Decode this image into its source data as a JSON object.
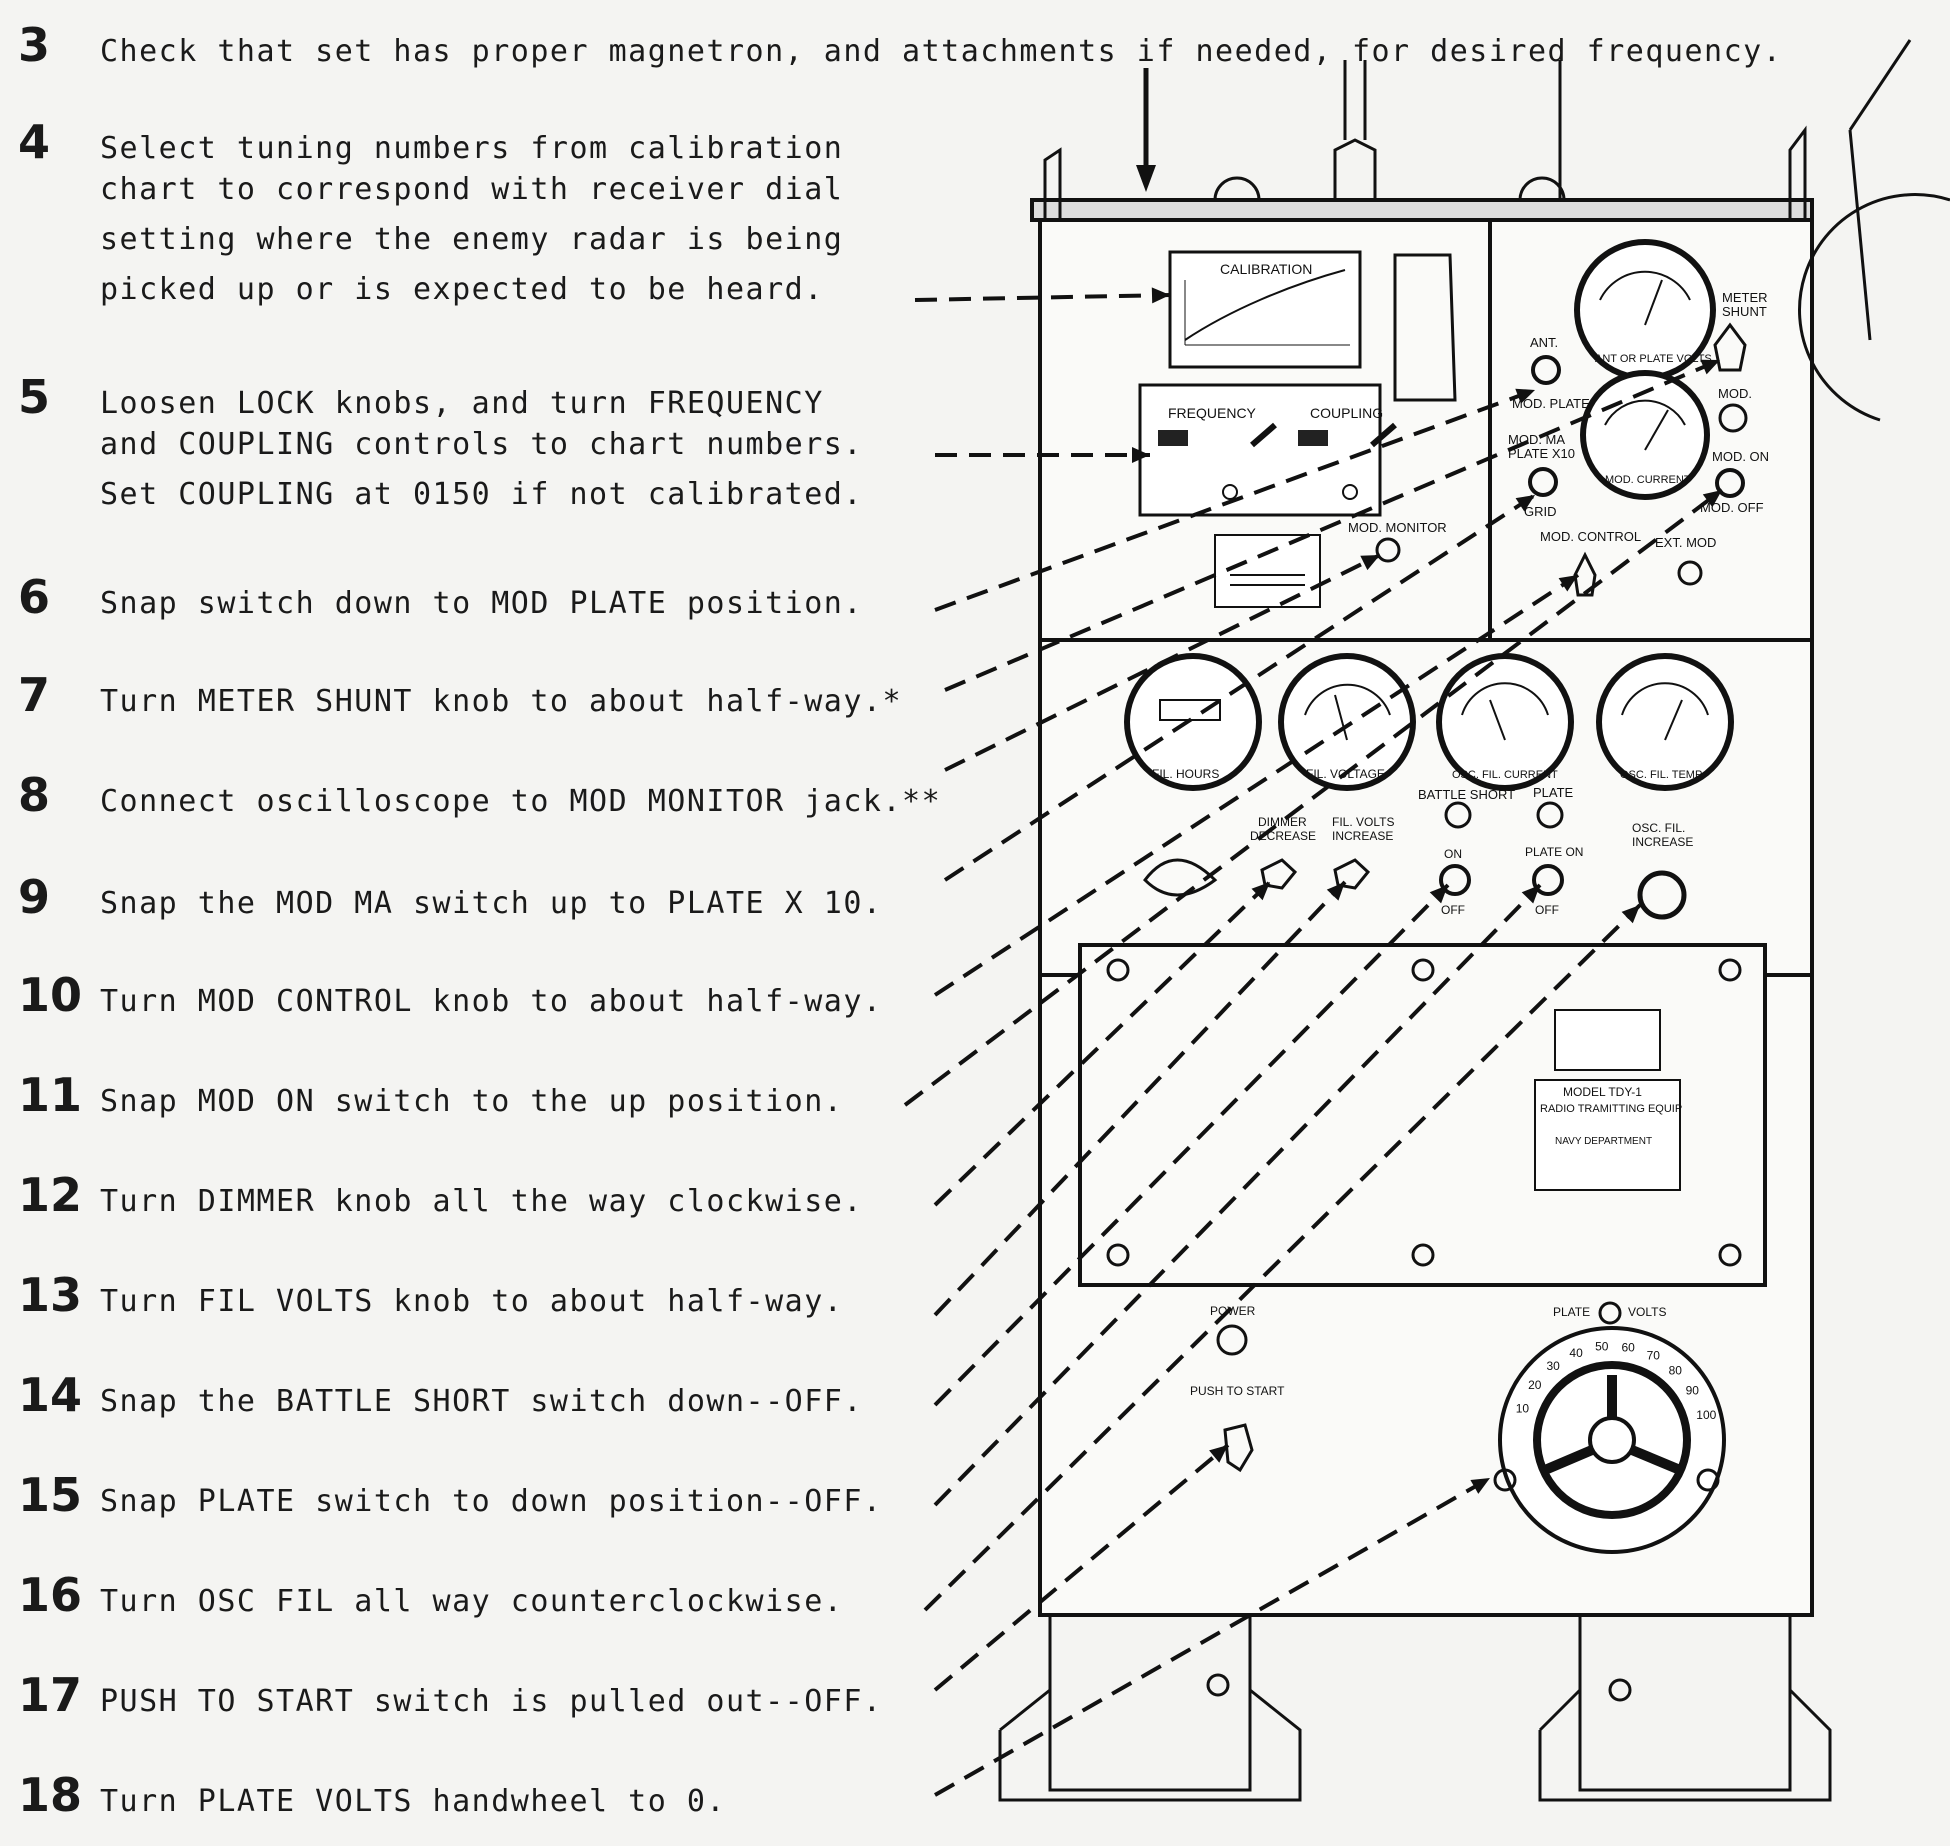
{
  "steps": [
    {
      "num": "3",
      "text": "Check that set has proper magnetron, and attachments if needed, for desired frequency."
    },
    {
      "num": "4",
      "text": "Select tuning numbers from calibration"
    },
    {
      "num": "",
      "text": "chart to correspond with receiver dial"
    },
    {
      "num": "",
      "text": "setting where the enemy radar is being"
    },
    {
      "num": "",
      "text": "picked up or is expected to be heard."
    },
    {
      "num": "5",
      "text": "Loosen LOCK knobs, and turn FREQUENCY"
    },
    {
      "num": "",
      "text": "and COUPLING controls to chart numbers."
    },
    {
      "num": "",
      "text": "Set COUPLING at 0150 if not calibrated."
    },
    {
      "num": "6",
      "text": "Snap switch down to MOD PLATE position."
    },
    {
      "num": "7",
      "text": "Turn METER SHUNT knob to about half-way.*"
    },
    {
      "num": "8",
      "text": "Connect oscilloscope to MOD MONITOR jack.**"
    },
    {
      "num": "9",
      "text": "Snap the MOD MA switch up to PLATE X 10."
    },
    {
      "num": "10",
      "text": "Turn MOD CONTROL knob to about half-way."
    },
    {
      "num": "11",
      "text": "Snap MOD ON switch to the up position."
    },
    {
      "num": "12",
      "text": "Turn DIMMER knob all the way clockwise."
    },
    {
      "num": "13",
      "text": "Turn FIL VOLTS knob to about half-way."
    },
    {
      "num": "14",
      "text": "Snap the BATTLE SHORT switch down--OFF."
    },
    {
      "num": "15",
      "text": "Snap PLATE switch to down position--OFF."
    },
    {
      "num": "16",
      "text": "Turn OSC FIL all way counterclockwise."
    },
    {
      "num": "17",
      "text": "PUSH TO START switch is pulled out--OFF."
    },
    {
      "num": "18",
      "text": "Turn PLATE VOLTS handwheel to 0."
    }
  ],
  "panel_labels": {
    "calibration": "CALIBRATION",
    "frequency": "FREQUENCY",
    "coupling": "COUPLING",
    "mod_monitor": "MOD. MONITOR",
    "ant": "ANT.",
    "mod_plate": "MOD. PLATE",
    "mod_ma": "MOD. MA",
    "plate_x10": "PLATE X10",
    "grid": "GRID",
    "meter_shunt_1": "METER",
    "meter_shunt_2": "SHUNT",
    "mod": "MOD.",
    "mod_on": "MOD. ON",
    "mod_off": "MOD. OFF",
    "mod_control": "MOD. CONTROL",
    "ext_mod": "EXT. MOD",
    "ant_or_plate_volts": "ANT OR PLATE VOLTS",
    "mod_current": "MOD. CURRENT",
    "fil_hours": "FIL. HOURS",
    "fil_voltage": "FIL. VOLTAGE",
    "osc_fil_current": "OSC. FIL. CURRENT",
    "osc_fil_temp": "OSC. FIL. TEMP.",
    "battle_short": "BATTLE SHORT",
    "plate": "PLATE",
    "dimmer_1": "DIMMER",
    "dimmer_2": "DECREASE",
    "fil_volts_1": "FIL. VOLTS",
    "fil_volts_2": "INCREASE",
    "on": "ON",
    "off": "OFF",
    "plate_on": "PLATE ON",
    "osc_fil_1": "OSC. FIL.",
    "osc_fil_2": "INCREASE",
    "model_1": "MODEL TDY-1",
    "model_2": "RADIO TRAMITTING EQUIP",
    "model_3": "NAVY DEPARTMENT",
    "power": "POWER",
    "push_to_start": "PUSH TO START",
    "plate_volts_1": "PLATE",
    "plate_volts_2": "VOLTS",
    "dial_numbers": [
      "10",
      "20",
      "30",
      "40",
      "50",
      "60",
      "70",
      "80",
      "90",
      "100"
    ]
  }
}
